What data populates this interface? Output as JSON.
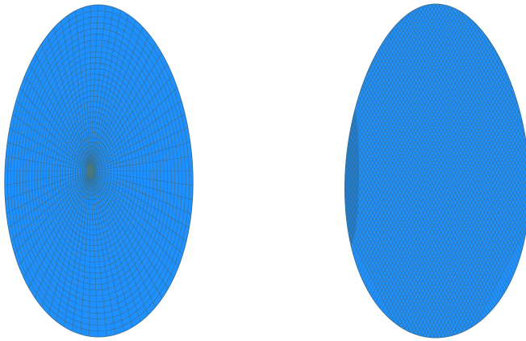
{
  "scene": {
    "background_color": "#ffffff",
    "surface_color": "#1e90ff",
    "mesh_line_color": "#3a6f8c",
    "objects": [
      {
        "name": "polar-mesh-disc",
        "mesh_type": "polar",
        "radial_divisions": 72,
        "ring_divisions": 32
      },
      {
        "name": "diagonal-mesh-disc",
        "mesh_type": "diagonal-grid",
        "grid_divisions": 70
      }
    ]
  }
}
